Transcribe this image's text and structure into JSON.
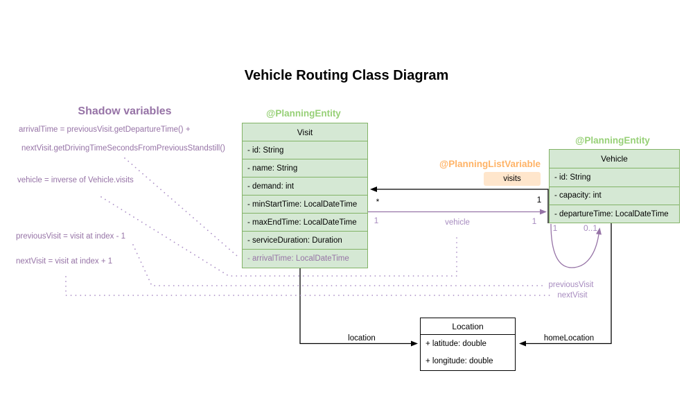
{
  "title": "Vehicle Routing Class Diagram",
  "shadow": {
    "heading": "Shadow variables",
    "lines": [
      "arrivalTime = previousVisit.getDepartureTime() +",
      "nextVisit.getDrivingTimeSecondsFromPreviousStandstill()",
      "vehicle = inverse of Vehicle.visits",
      "previousVisit = visit at index - 1",
      "nextVisit = visit at index + 1"
    ]
  },
  "classes": {
    "visit": {
      "stereotype": "@PlanningEntity",
      "name": "Visit",
      "attributes": [
        "- id: String",
        "- name: String",
        "- demand: int",
        "- minStartTime: LocalDateTime",
        "- maxEndTime: LocalDateTime",
        "- serviceDuration: Duration",
        "- arrivalTime: LocalDateTime"
      ]
    },
    "vehicle": {
      "stereotype": "@PlanningEntity",
      "name": "Vehicle",
      "attributes": [
        "- id: String",
        "- capacity: int",
        "- departureTime: LocalDateTime"
      ]
    },
    "location": {
      "name": "Location",
      "attributes": [
        "+ latitude: double",
        "+ longitude: double"
      ]
    }
  },
  "associations": {
    "visits": {
      "annotation": "@PlanningListVariable",
      "label": "visits",
      "mult_at_visit": "*",
      "mult_at_vehicle": "1"
    },
    "vehicle": {
      "label": "vehicle",
      "mult_at_visit": "1",
      "mult_at_vehicle": "1"
    },
    "self_loop": {
      "mult_source": "1",
      "mult_target": "0..1",
      "label_previous": "previousVisit",
      "label_next": "nextVisit"
    },
    "location": {
      "label": "location"
    },
    "home_location": {
      "label": "homeLocation"
    }
  },
  "colors": {
    "entity_fill": "#d5e8d4",
    "entity_stroke": "#82b366",
    "entity_annotation_text": "#97d077",
    "list_variable_annotation_text": "#ffb366",
    "visits_badge_fill": "#ffe6cc",
    "shadow_text": "#9673a6",
    "shadow_connector": "#ab8fc6",
    "plain_stroke": "#000000"
  }
}
